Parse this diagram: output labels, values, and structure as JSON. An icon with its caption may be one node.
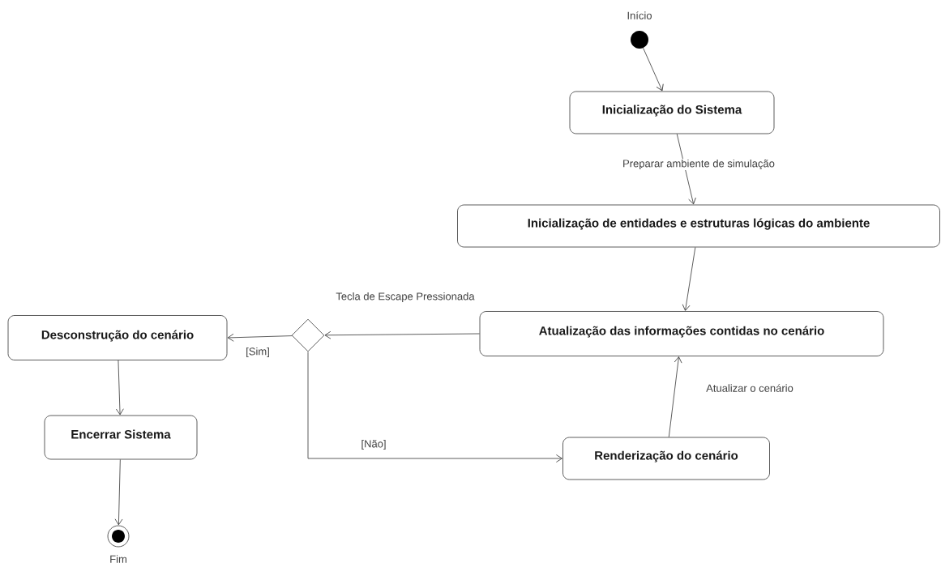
{
  "diagram": {
    "nodes": [
      {
        "text": [],
        "shape": "circle",
        "beside": [
          "Início"
        ]
      },
      {
        "text": [
          "Inicialização do Sistema"
        ]
      },
      {
        "text": [
          "Inicialização de entidades e estruturas lógicas do ambiente"
        ]
      },
      {
        "text": [
          "Atualização das informações contidas no cenário"
        ]
      },
      {
        "text": [
          "Renderização do cenário"
        ]
      },
      {
        "text": [],
        "shape": "diamond"
      },
      {
        "text": [
          "Desconstrução do cenário"
        ]
      },
      {
        "text": [
          "Encerrar Sistema"
        ]
      },
      {
        "text": [],
        "shape": "bullseye",
        "beside": [
          "Fim"
        ]
      }
    ],
    "edges": [
      {
        "from": 0,
        "to": 1,
        "arrow": "to"
      },
      {
        "from": 1,
        "to": 2,
        "arrow": "to",
        "label": "Preparar ambiente de simulação"
      },
      {
        "from": 2,
        "to": 3,
        "arrow": "to"
      },
      {
        "from": 3,
        "to": 5,
        "arrow": "to"
      },
      {
        "from": 5,
        "to": 6,
        "arrow": "to",
        "label": "[Sim]"
      },
      {
        "from": 5,
        "to": 4,
        "arrow": "to",
        "label": "[Não]"
      },
      {
        "from": 4,
        "to": 3,
        "arrow": "to",
        "label": "Atualizar o cenário"
      },
      {
        "from": 6,
        "to": 7,
        "arrow": "to"
      },
      {
        "from": 7,
        "to": 8,
        "arrow": "to"
      }
    ],
    "labels": [
      "Tecla de Escape Pressionada"
    ]
  }
}
